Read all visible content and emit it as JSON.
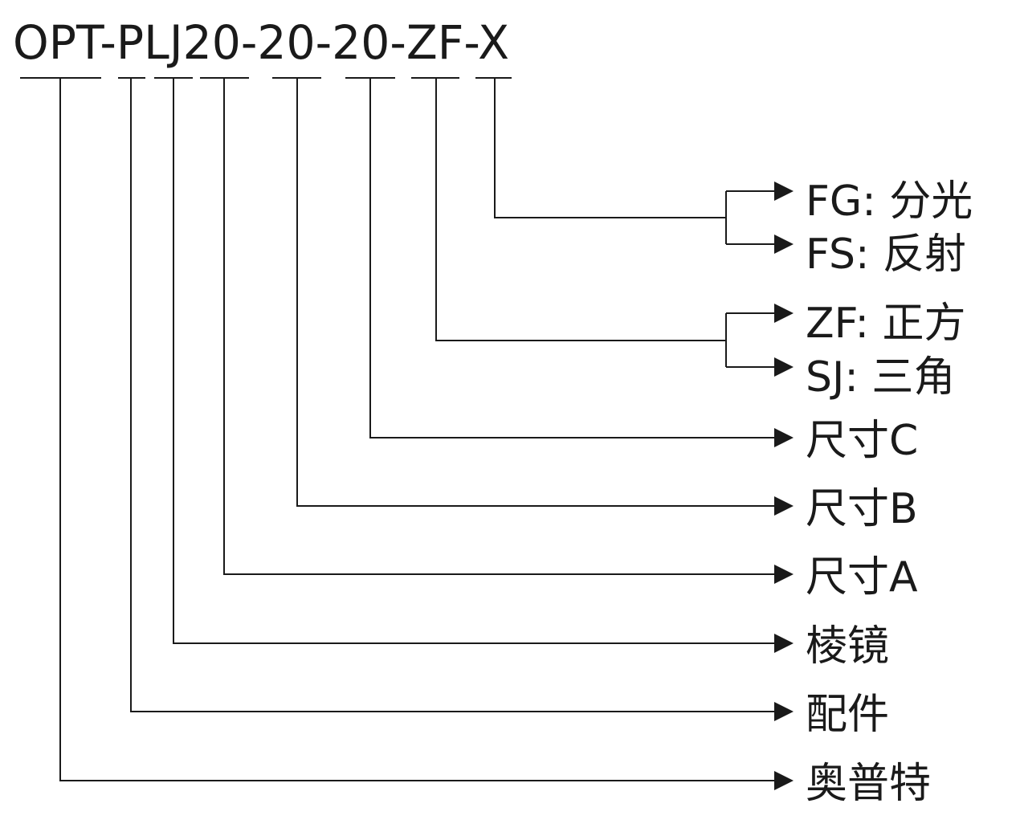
{
  "code": "OPT-PLJ20-20-20-ZF-X",
  "segments": [
    {
      "id": "opt",
      "text": "OPT"
    },
    {
      "id": "p",
      "text": "P"
    },
    {
      "id": "lj",
      "text": "LJ"
    },
    {
      "id": "a",
      "text": "20"
    },
    {
      "id": "b",
      "text": "20"
    },
    {
      "id": "c",
      "text": "20"
    },
    {
      "id": "zf",
      "text": "ZF"
    },
    {
      "id": "x",
      "text": "X"
    }
  ],
  "labels": {
    "fg": "FG: 分光",
    "fs": "FS: 反射",
    "zf": "ZF: 正方",
    "sj": "SJ: 三角",
    "size_c": "尺寸C",
    "size_b": "尺寸B",
    "size_a": "尺寸A",
    "prism": "棱镜",
    "accessory": "配件",
    "brand": "奥普特"
  },
  "colors": {
    "ink": "#1a1a1a",
    "background": "#ffffff"
  }
}
